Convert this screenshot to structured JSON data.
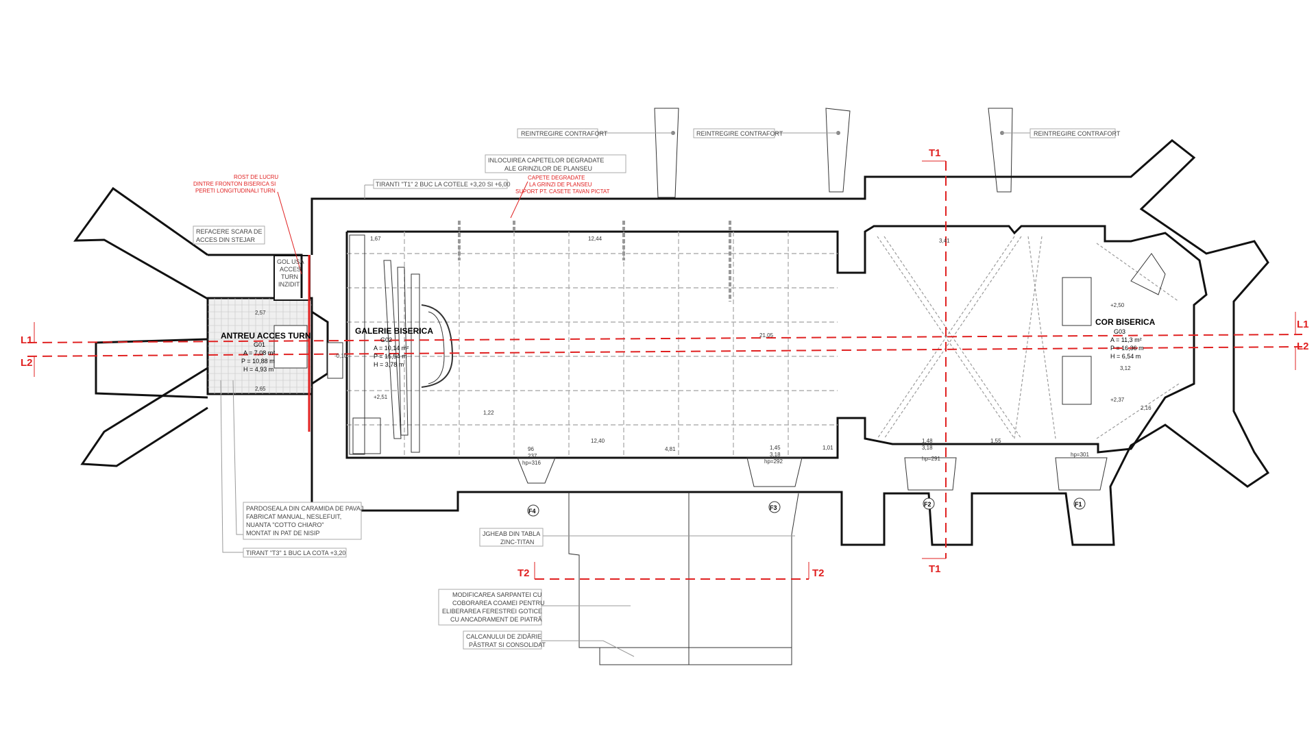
{
  "rooms": {
    "tower": {
      "name": "ANTREU ACCES TURN",
      "code": "G01",
      "area": "A = 7,08 m²",
      "perimeter": "P = 10,88 m",
      "height": "H = 4,93 m"
    },
    "gallery": {
      "name": "GALERIE BISERICA",
      "code": "G02",
      "area": "A = 10,14 m²",
      "perimeter": "P = 15,54 m",
      "height": "H = 3,78 m"
    },
    "choir": {
      "name": "COR BISERICA",
      "code": "G03",
      "area": "A = 11,3 m²",
      "perimeter": "P = 16,36 m",
      "height": "H = 6,54 m"
    }
  },
  "section_markers": {
    "l1": "L1",
    "l2": "L2",
    "t1": "T1",
    "t2": "T2"
  },
  "buttress_labels": [
    "F4",
    "F3",
    "F2",
    "F1"
  ],
  "notes": {
    "reintregire": "REINTREGIRE CONTRAFORT",
    "inlocuirea_1": "INLOCUIREA CAPETELOR DEGRADATE",
    "inlocuirea_2": "ALE GRINZILOR DE PLANSEU",
    "capete_1": "CAPETE DEGRADATE",
    "capete_2": "LA GRINZI DE PLANSEU",
    "capete_3": "SUPORT PT. CASETE TAVAN PICTAT",
    "tiranti_t1": "TIRANTI \"T1\" 2 BUC LA COTELE +3,20 SI +6,00",
    "rost_1": "ROST DE LUCRU",
    "rost_2": "DINTRE FRONTON BISERICA SI",
    "rost_3": "PERETI LONGITUDINALI TURN",
    "refacere_1": "REFACERE SCARA DE",
    "refacere_2": "ACCES DIN STEJAR",
    "gol_usa_1": "GOL USA",
    "gol_usa_2": "ACCES",
    "gol_usa_3": "TURN",
    "gol_usa_4": "INZIDIT",
    "pardoseala_1": "PARDOSEALA DIN CARAMIDA DE PAVAJ",
    "pardoseala_2": "FABRICAT MANUAL, NESLEFUIT,",
    "pardoseala_3": "NUANTA \"COTTO CHIARO\"",
    "pardoseala_4": "MONTAT IN PAT DE NISIP",
    "tirant_t3": "TIRANT \"T3\" 1 BUC LA COTA +3,20",
    "jgheab_1": "JGHEAB DIN TABLA",
    "jgheab_2": "ZINC-TITAN",
    "modificarea_1": "MODIFICAREA SARPANTEI CU",
    "modificarea_2": "COBORAREA COAMEI PENTRU",
    "modificarea_3": "ELIBERAREA  FERESTREI GOTICE",
    "modificarea_4": "CU ANCADRAMENT DE PIATRĂ",
    "calcanul_1": "CALCANULUI DE ZIDĂRIE",
    "calcanul_2": "PĂSTRAT SI CONSOLIDAT"
  },
  "dimensions": {
    "nave_length": "12,44",
    "nave_bottom_1": "12,40",
    "nave_bottom_2": "4,81",
    "nave_left": "1,67",
    "axis_total": "21,05",
    "choir_top": "3,41",
    "choir_bottom_1": "1,48",
    "choir_bottom_2": "3,18",
    "choir_bottom_3": "1,55",
    "gallery_width": "1,22",
    "hp_1": "hp=316",
    "hp_2": "hp=292",
    "hp_3": "hp=291",
    "hp_4": "hp=301",
    "dim_96": "96",
    "dim_237": "237",
    "dim_145": "1,45",
    "dim_318": "3,18",
    "dim_101": "1,01",
    "tower_top": "2,57",
    "tower_bottom": "2,65",
    "level_1": "+2,50",
    "level_2": "+2,37",
    "level_3": "-0,10",
    "level_4": "+2,51",
    "dim_312": "3,12",
    "dim_216": "2,16"
  },
  "colors": {
    "wall": "#111111",
    "cut": "#e02020",
    "grid": "#b0b0b0"
  }
}
